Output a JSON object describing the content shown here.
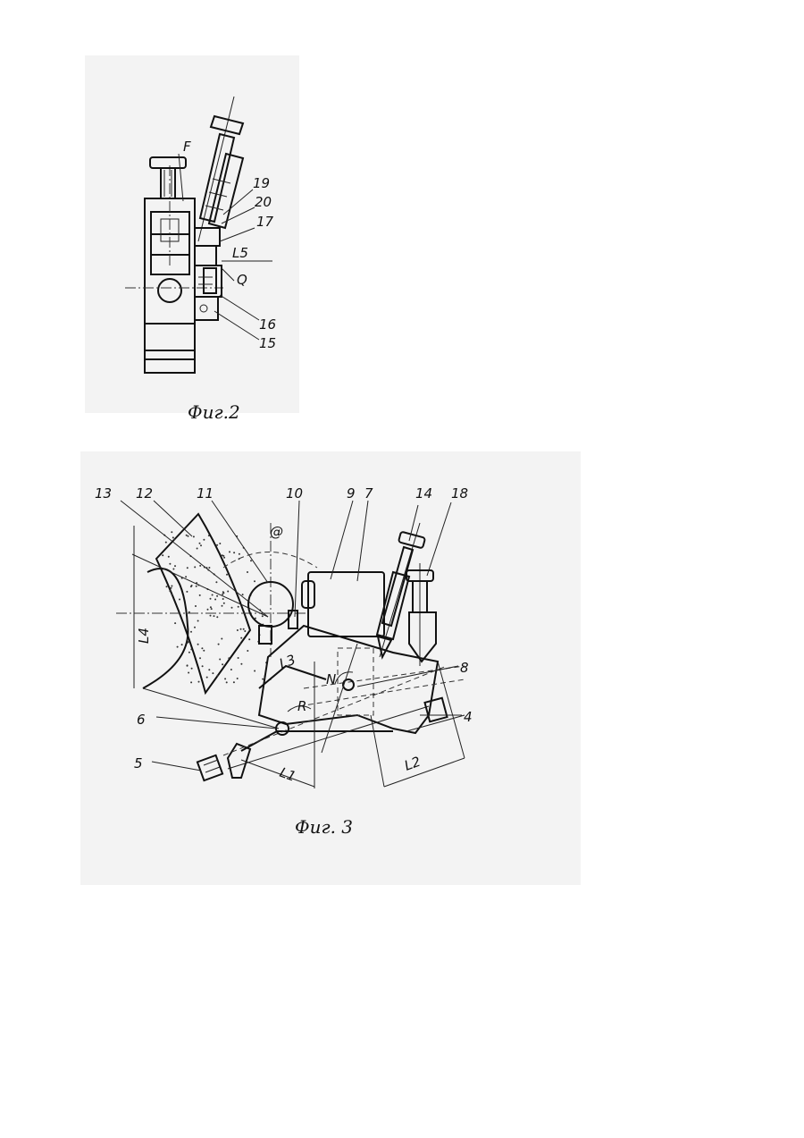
{
  "figure2": {
    "caption": "Фиг.2",
    "labels": {
      "F": "F",
      "n19": "19",
      "n20": "20",
      "n17": "17",
      "L5": "L5",
      "Q": "Q",
      "n16": "16",
      "n15": "15"
    }
  },
  "figure3": {
    "caption": "Фиг. 3",
    "labels": {
      "n13": "13",
      "n12": "12",
      "n11": "11",
      "n10": "10",
      "n9": "9",
      "n7": "7",
      "n14": "14",
      "n18": "18",
      "alpha": "@",
      "L4": "L4",
      "L3": "L3",
      "N": "N",
      "R": "R",
      "n8": "8",
      "n6": "6",
      "n4": "4",
      "n5": "5",
      "L1": "L1",
      "L2": "L2"
    }
  }
}
